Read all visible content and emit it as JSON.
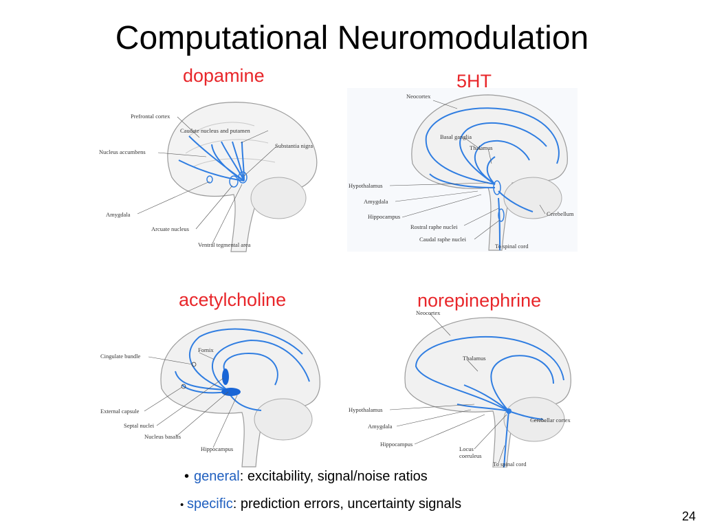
{
  "slide": {
    "title": "Computational Neuromodulation",
    "page_number": "24"
  },
  "panels": {
    "dopamine": {
      "title": "dopamine",
      "labels": [
        "Prefrontal cortex",
        "Caudate nucleus and putamen",
        "Substantia nigra",
        "Nucleus accumbens",
        "Amygdala",
        "Arcuate nucleus",
        "Ventral tegmental area"
      ]
    },
    "serotonin": {
      "title": "5HT",
      "labels": [
        "Neocortex",
        "Basal ganglia",
        "Thalamus",
        "Hypothalamus",
        "Amygdala",
        "Hippocampus",
        "Rostral raphe nuclei",
        "Caudal raphe nuclei",
        "To spinal cord",
        "Cerebellum"
      ]
    },
    "acetylcholine": {
      "title": "acetylcholine",
      "labels": [
        "Cingulate bundle",
        "Fornix",
        "External capsule",
        "Septal nuclei",
        "Nucleus basalis",
        "Hippocampus"
      ]
    },
    "norepinephrine": {
      "title": "norepinephrine",
      "labels": [
        "Neocortex",
        "Thalamus",
        "Hypothalamus",
        "Amygdala",
        "Hippocampus",
        "Locus",
        "coeruleus",
        "Cerebellar cortex",
        "To spinal cord"
      ]
    }
  },
  "bullets": [
    {
      "keyword": "general",
      "text": ": excitability, signal/noise ratios"
    },
    {
      "keyword": "specific",
      "text": ": prediction errors, uncertainty signals"
    }
  ],
  "colors": {
    "title_red": "#e8262a",
    "keyword_blue": "#1f5fbf",
    "pathway_blue": "#2f7de1"
  }
}
